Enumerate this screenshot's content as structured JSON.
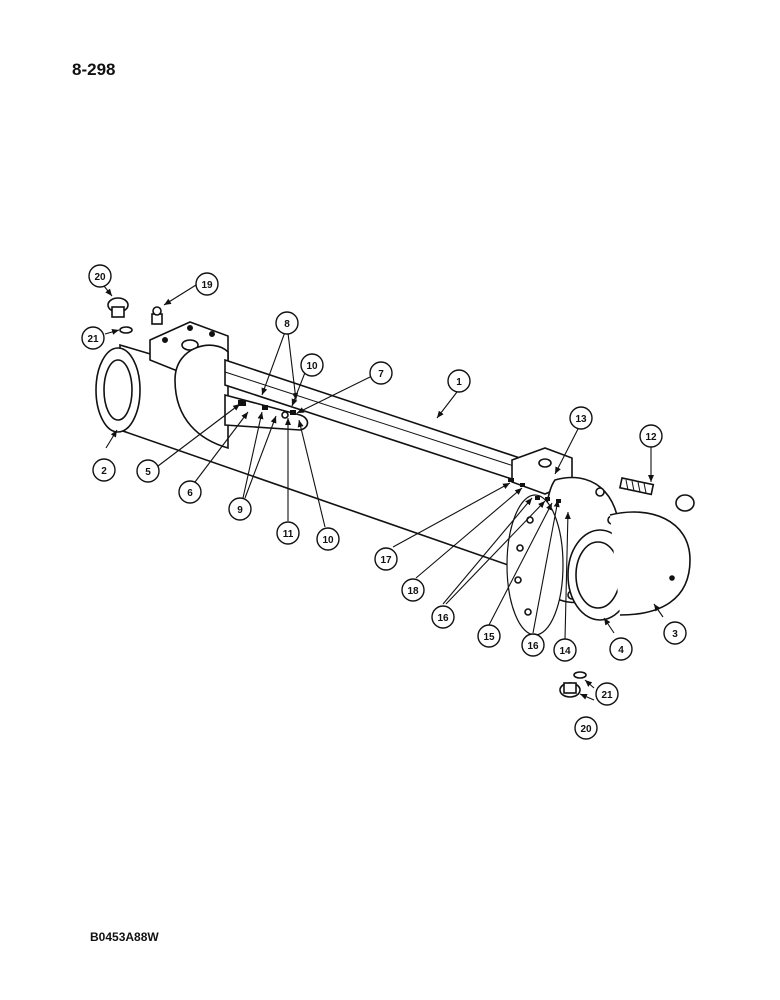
{
  "page_number": "8-298",
  "figure_code": "B0453A88W",
  "callouts": [
    {
      "id": "c1",
      "label": "1"
    },
    {
      "id": "c2",
      "label": "2"
    },
    {
      "id": "c3",
      "label": "3"
    },
    {
      "id": "c4",
      "label": "4"
    },
    {
      "id": "c5",
      "label": "5"
    },
    {
      "id": "c6",
      "label": "6"
    },
    {
      "id": "c7",
      "label": "7"
    },
    {
      "id": "c8",
      "label": "8"
    },
    {
      "id": "c9",
      "label": "9"
    },
    {
      "id": "c10a",
      "label": "10"
    },
    {
      "id": "c10b",
      "label": "10"
    },
    {
      "id": "c11",
      "label": "11"
    },
    {
      "id": "c12",
      "label": "12"
    },
    {
      "id": "c13",
      "label": "13"
    },
    {
      "id": "c14",
      "label": "14"
    },
    {
      "id": "c15",
      "label": "15"
    },
    {
      "id": "c16a",
      "label": "16"
    },
    {
      "id": "c16b",
      "label": "16"
    },
    {
      "id": "c17",
      "label": "17"
    },
    {
      "id": "c18",
      "label": "18"
    },
    {
      "id": "c19",
      "label": "19"
    },
    {
      "id": "c20a",
      "label": "20"
    },
    {
      "id": "c20b",
      "label": "20"
    },
    {
      "id": "c21a",
      "label": "21"
    },
    {
      "id": "c21b",
      "label": "21"
    }
  ]
}
